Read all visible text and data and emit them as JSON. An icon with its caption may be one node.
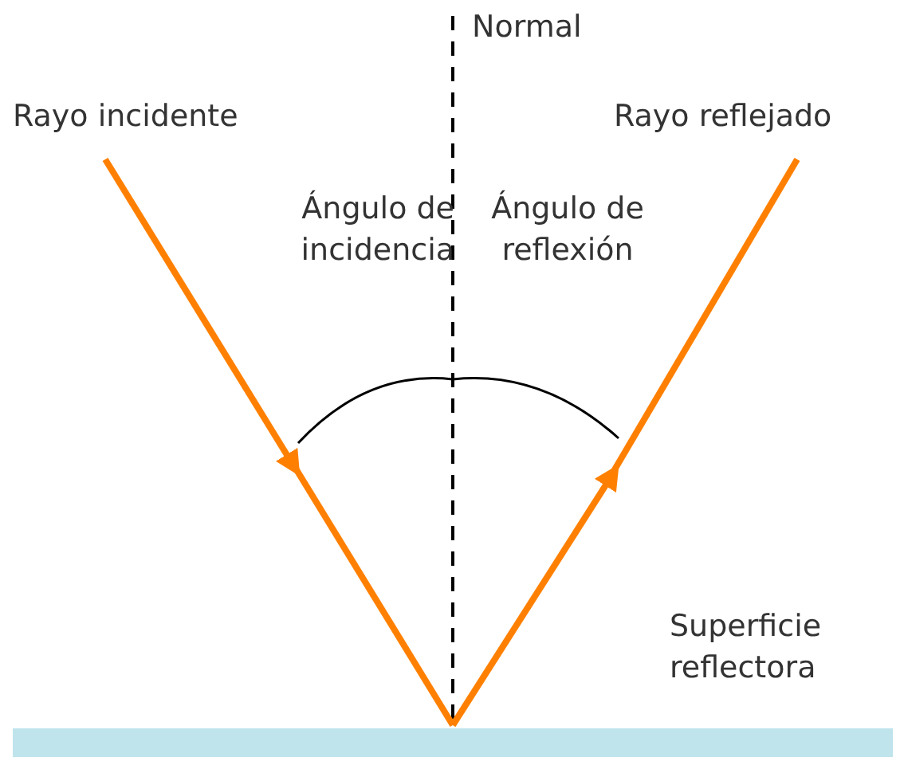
{
  "diagram": {
    "labels": [
      "Normal",
      "Rayo incidente",
      "Rayo reflejado",
      "Ángulo de incidencia",
      "Ángulo de reflexión",
      "Superficie reflectora"
    ]
  }
}
